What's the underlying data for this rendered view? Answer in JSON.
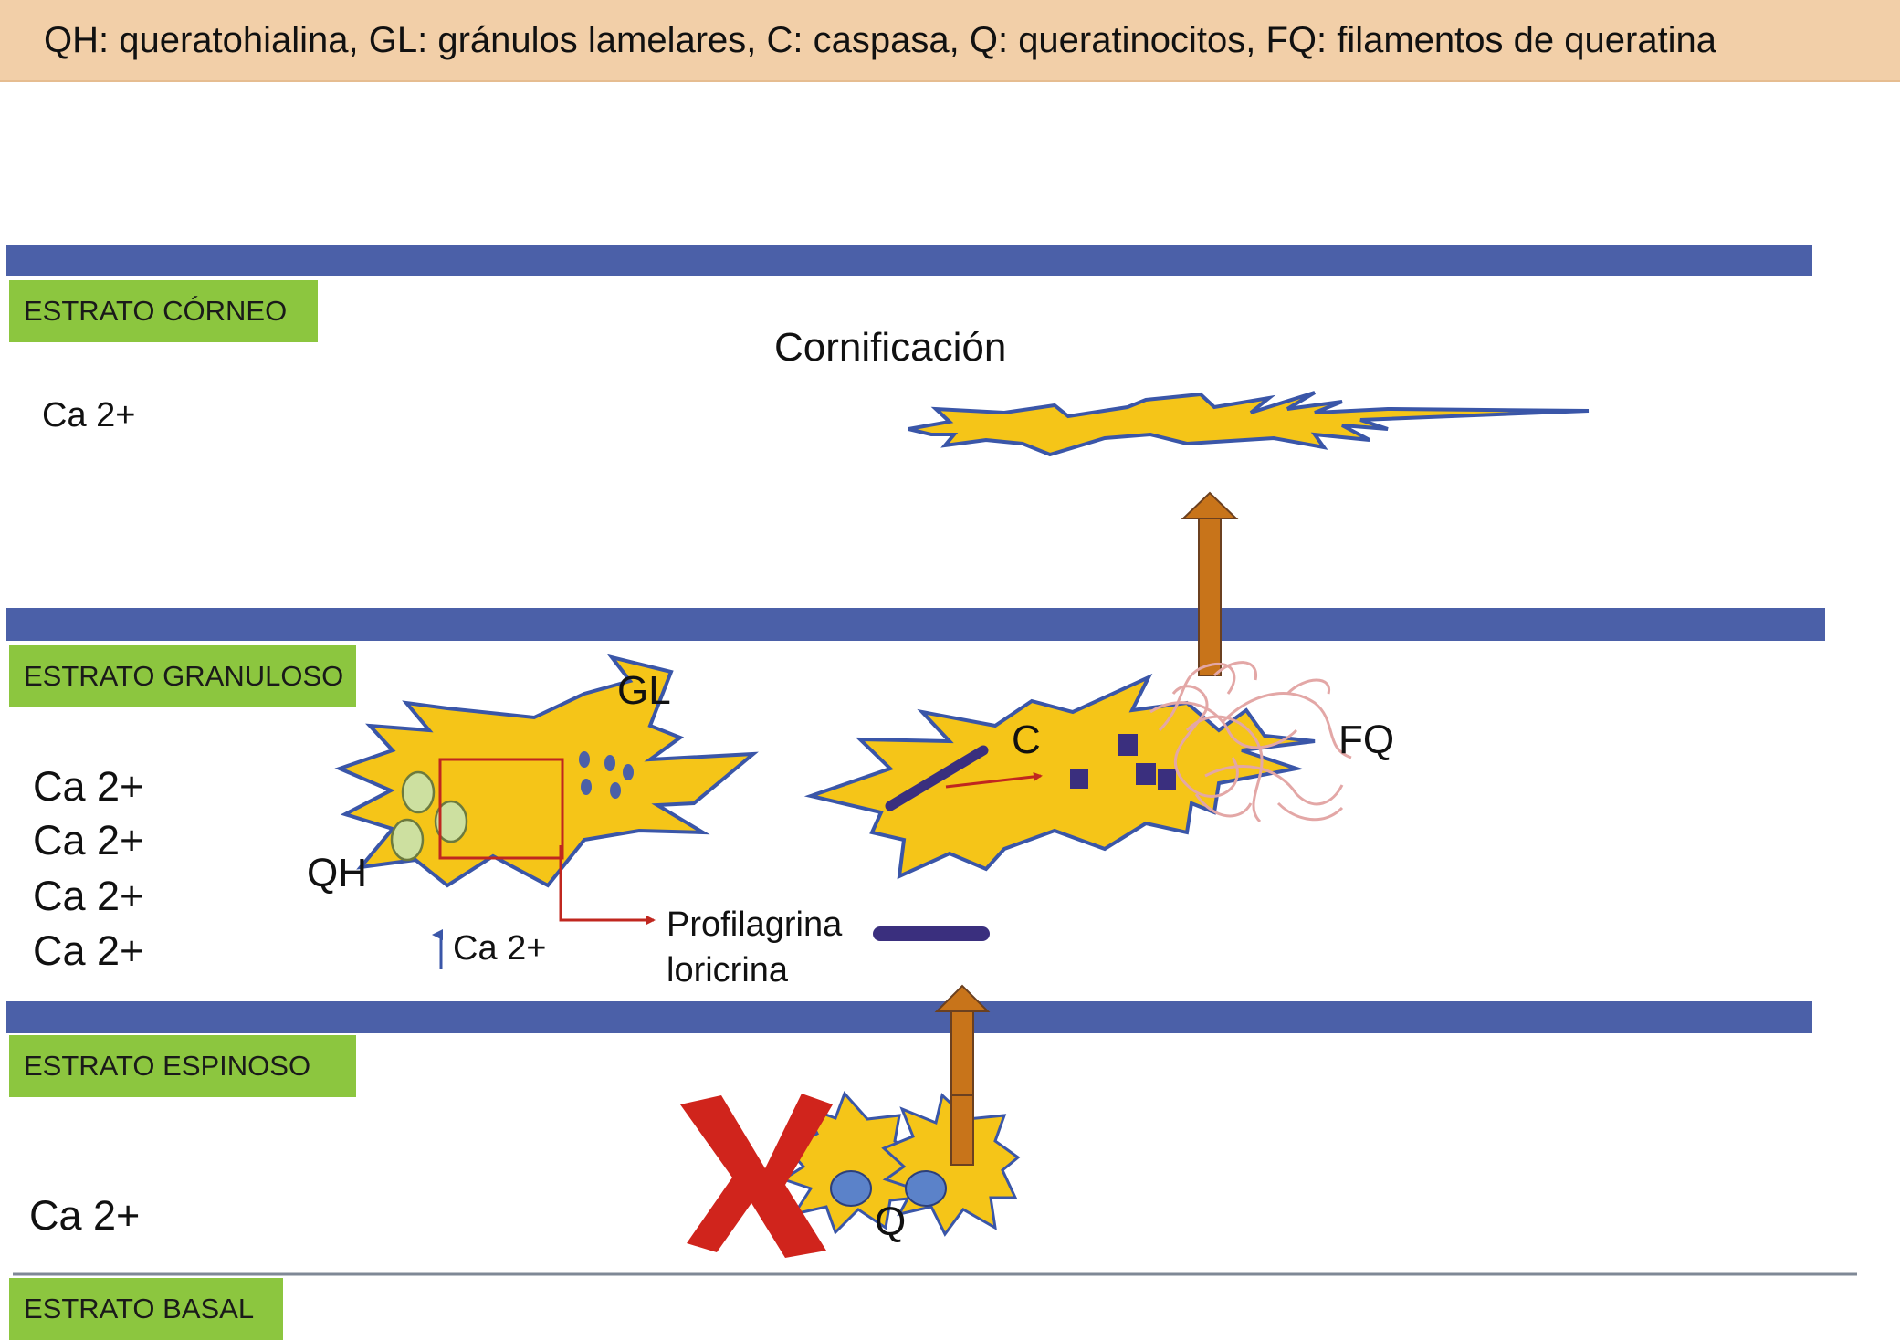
{
  "legend": {
    "text": "QH: queratohialina, GL: gránulos lamelares, C: caspasa, Q: queratinocitos, FQ: filamentos de queratina"
  },
  "layers": {
    "corneo": "ESTRATO CÓRNEO",
    "granuloso": "ESTRATO GRANULOSO",
    "espinoso": "ESTRATO ESPINOSO",
    "basal": "ESTRATO BASAL"
  },
  "labels": {
    "cornificacion": "Cornificación",
    "ca": "Ca 2+",
    "gl": "GL",
    "qh": "QH",
    "c": "C",
    "fq": "FQ",
    "q": "Q",
    "profilagrina": "Profilagrina",
    "loricrina": "loricrina"
  },
  "colors": {
    "membrane": "#4b60a8",
    "cell_fill": "#f5c518",
    "cell_outline": "#3a56a8",
    "layer_tag": "#8cc63f",
    "legend_bg": "#f2cfa8",
    "arrow_up": "#c8741a",
    "arrow_red": "#c0271f",
    "granule_qh": "#cde0a0",
    "caspase": "#3a2f7e",
    "nucleus": "#5b82c9",
    "x_mark": "#d0241c"
  },
  "icons": {
    "x_mark": "x-mark-icon",
    "up_arrow": "up-arrow-icon"
  }
}
